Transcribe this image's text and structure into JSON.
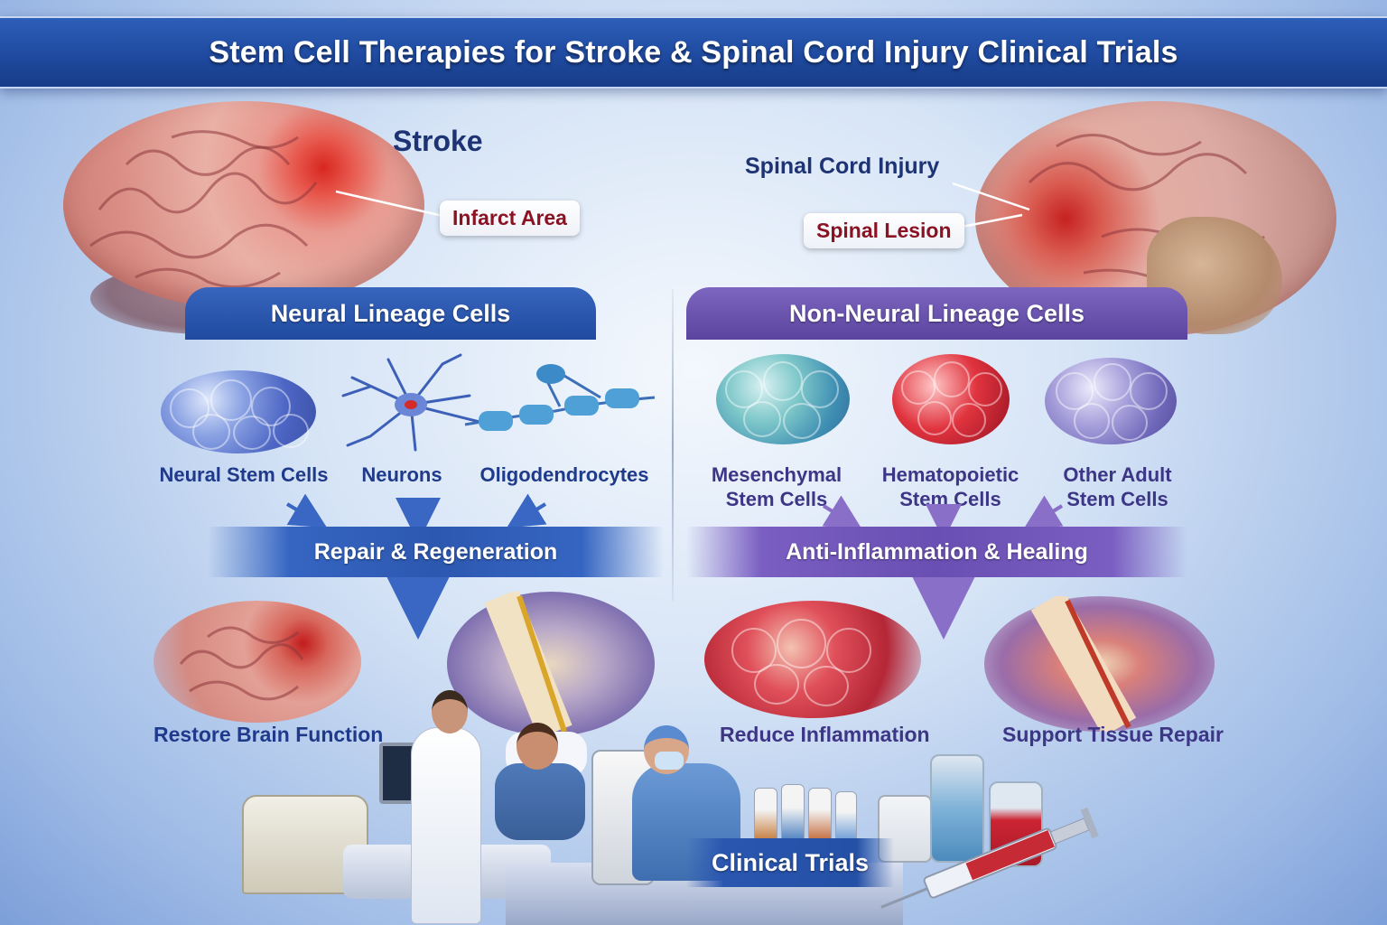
{
  "title": "Stem Cell Therapies for Stroke & Spinal Cord Injury Clinical Trials",
  "stroke": {
    "heading": "Stroke",
    "lesion_label": "Infarct Area"
  },
  "spinal": {
    "heading": "Spinal Cord Injury",
    "lesion_label": "Spinal Lesion"
  },
  "neural": {
    "header": "Neural Lineage Cells",
    "cells": [
      "Neural Stem Cells",
      "Neurons",
      "Oligodendrocytes"
    ],
    "mechanism": "Repair & Regeneration",
    "outcome": "Restore Brain Function"
  },
  "non_neural": {
    "header": "Non-Neural Lineage Cells",
    "cells": [
      {
        "line1": "Mesenchymal",
        "line2": "Stem Cells"
      },
      {
        "line1": "Hematopoietic",
        "line2": "Stem Cells"
      },
      {
        "line1": "Other Adult",
        "line2": "Stem Cells"
      }
    ],
    "mechanism": "Anti-Inflammation & Healing",
    "outcomes": [
      "Reduce Inflammation",
      "Support Tissue Repair"
    ]
  },
  "clinical": {
    "label": "Clinical Trials"
  },
  "colors": {
    "title_bar": "#1f4aa0",
    "neural_accent": "#2d58b0",
    "non_neural_accent": "#6a4fb3",
    "lesion_red": "#d8271f",
    "label_navy": "#1e3373",
    "lesion_text": "#8a1222"
  }
}
